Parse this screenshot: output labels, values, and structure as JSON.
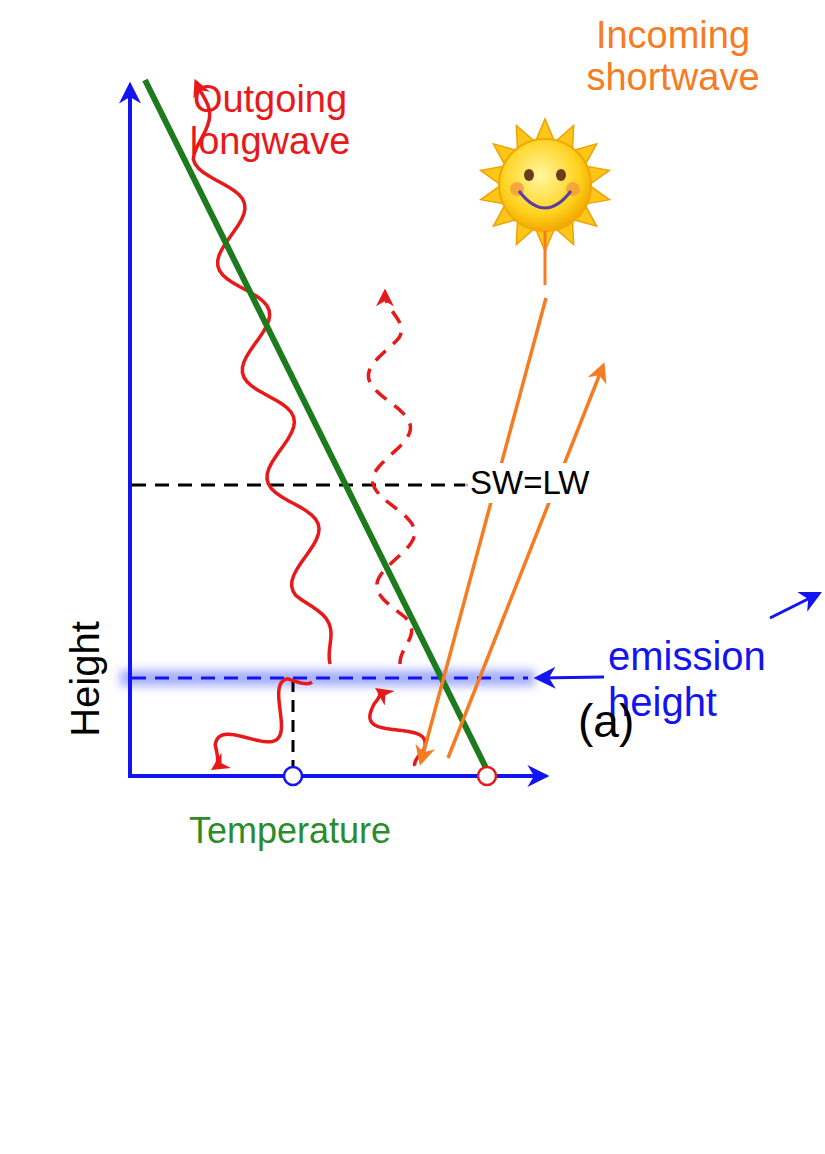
{
  "diagram": {
    "labels": [
      "Incoming shortwave",
      "Outgoing longwave",
      "SW=LW",
      "emission height",
      "Height",
      "Temperature",
      "(a)"
    ]
  }
}
